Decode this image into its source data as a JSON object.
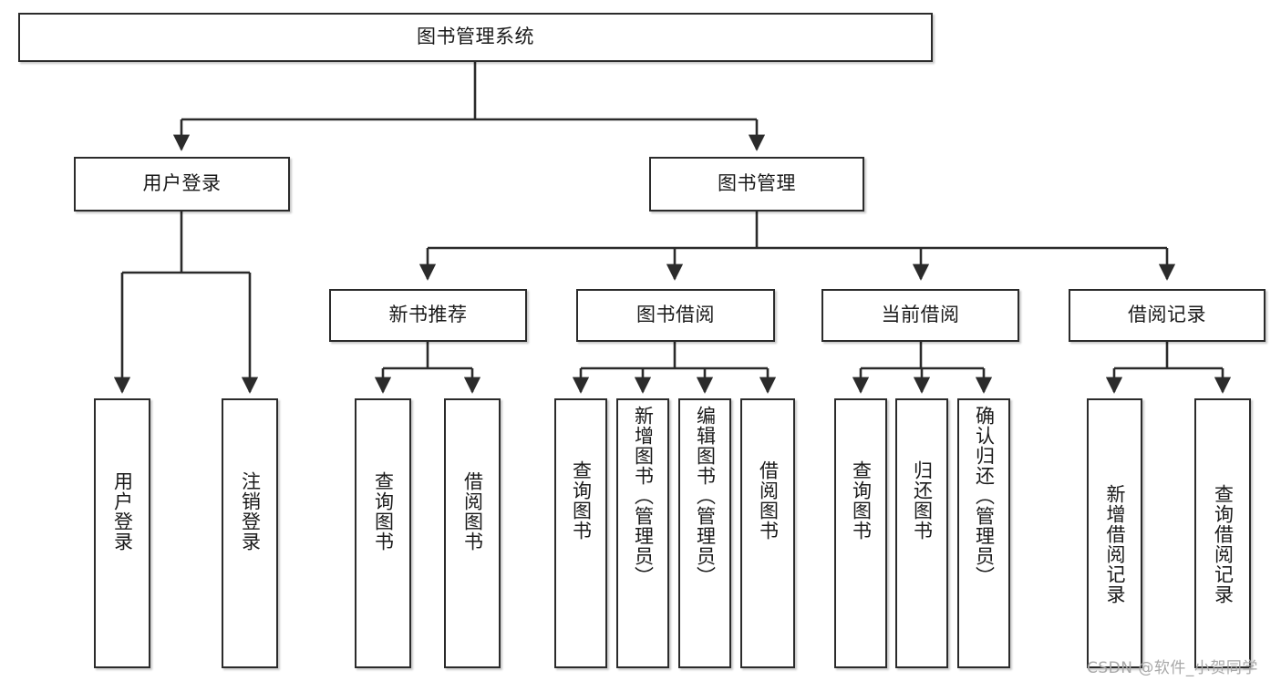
{
  "diagram": {
    "type": "hierarchy-tree",
    "title": "图书管理系统",
    "root": {
      "label": "图书管理系统"
    },
    "level2": [
      {
        "label": "用户登录"
      },
      {
        "label": "图书管理"
      }
    ],
    "level3": [
      {
        "label": "新书推荐"
      },
      {
        "label": "图书借阅"
      },
      {
        "label": "当前借阅"
      },
      {
        "label": "借阅记录"
      }
    ],
    "leaves": {
      "user_login": [
        {
          "label": "用户登录"
        },
        {
          "label": "注销登录"
        }
      ],
      "new_book_recommend": [
        {
          "label": "查询图书"
        },
        {
          "label": "借阅图书"
        }
      ],
      "book_borrow": [
        {
          "label": "查询图书"
        },
        {
          "label": "新增图书（管理员）"
        },
        {
          "label": "编辑图书（管理员）"
        },
        {
          "label": "借阅图书"
        }
      ],
      "current_borrow": [
        {
          "label": "查询图书"
        },
        {
          "label": "归还图书"
        },
        {
          "label": "确认归还（管理员）"
        }
      ],
      "borrow_record": [
        {
          "label": "新增借阅记录"
        },
        {
          "label": "查询借阅记录"
        }
      ]
    }
  },
  "watermark": {
    "text": "CSDN @软件_小贺同学"
  },
  "colors": {
    "box_border": "#2b2b2b",
    "box_fill": "#ffffff",
    "connector": "#2b2b2b",
    "text": "#1a1a1a",
    "watermark": "#a8a8a8"
  }
}
